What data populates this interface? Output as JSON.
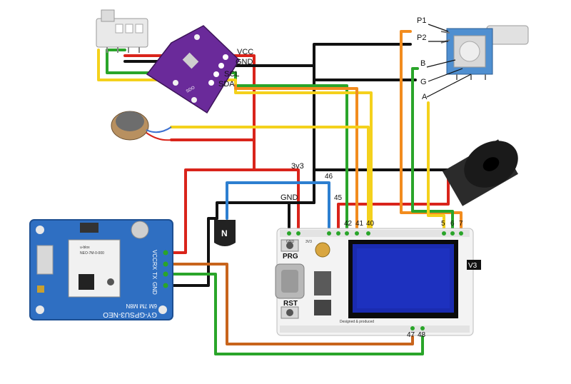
{
  "colors": {
    "wire_red": "#d9241b",
    "wire_black": "#111111",
    "wire_green": "#2aa52a",
    "wire_yellow": "#f4d11c",
    "wire_orange": "#f28c1e",
    "wire_blue": "#2d7fd0",
    "wire_brown": "#c8641c",
    "gps_board": "#2f6fc2",
    "bme_board": "#6a2a9a",
    "heltec_screen": "#1a2bb0"
  },
  "sensor_module": {
    "pins": [
      "VCC",
      "GND",
      "SCL",
      "SDA"
    ],
    "labels": [
      "VCC",
      "GND",
      "SCL",
      "SDA"
    ]
  },
  "rotary_encoder": {
    "labels": [
      "P1",
      "P2",
      "B",
      "G",
      "A"
    ]
  },
  "power_labels": {
    "v33": "3v3",
    "gnd": "GND"
  },
  "heltec": {
    "top_pins": [
      "42",
      "41",
      "40"
    ],
    "pin_46": "46",
    "pin_45": "45",
    "right_pins": [
      "5",
      "6",
      "7"
    ],
    "bottom_pins": [
      "47",
      "48"
    ],
    "version": "V3",
    "prg_label": "PRG",
    "rst_label": "RST",
    "footer_text": "Designed & produced",
    "gnd_pin_label": "GND",
    "v3_pin_label": "3V3"
  },
  "gps": {
    "model": "GY-GPSU3-NEO",
    "pins": [
      "VCC",
      "RX",
      "TX",
      "GND"
    ],
    "chip_brand": "u-blox",
    "chip_model": "NEO-7M-0-000",
    "side_text": "6M  7M  M8N"
  },
  "icons": {
    "connector": "jst-connector-icon",
    "motor": "vibration-motor-icon",
    "buzzer": "buzzer-icon",
    "transistor": "transistor-icon",
    "encoder": "rotary-encoder-icon"
  }
}
